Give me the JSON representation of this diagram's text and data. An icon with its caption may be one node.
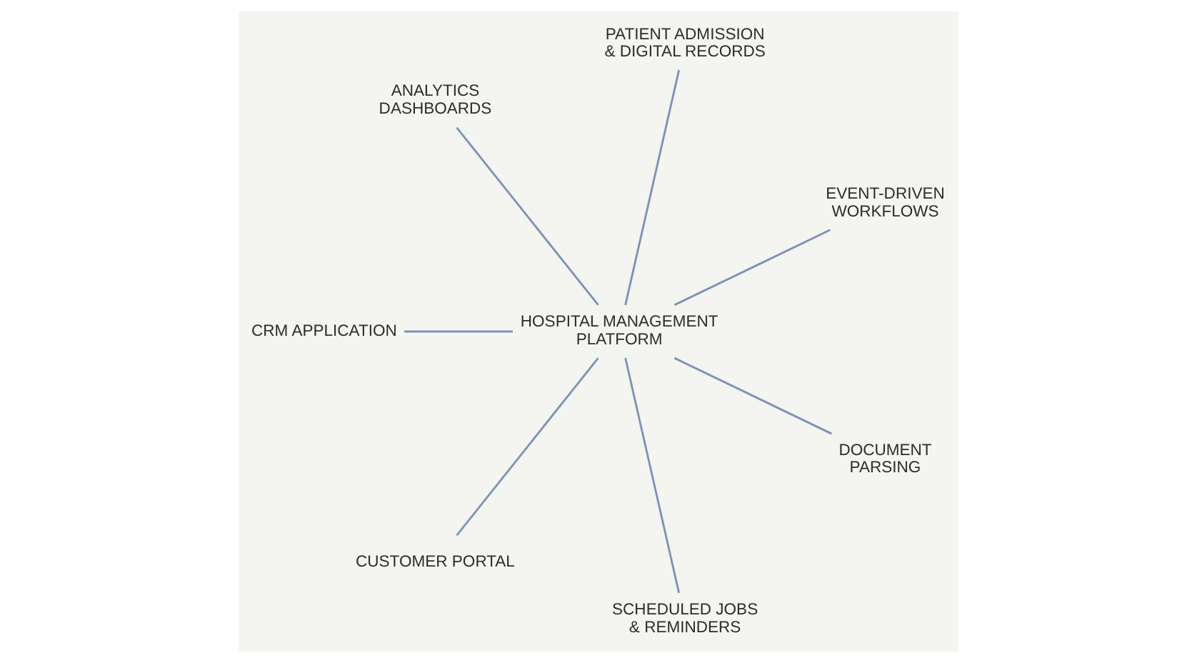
{
  "diagram": {
    "nodes": [
      {
        "text": [
          "PATIENT ADMISSION & DIGITAL RECORDS"
        ]
      },
      {
        "text": [
          "ANALYTICS DASHBOARDS"
        ]
      },
      {
        "text": [
          "EVENT-DRIVEN WORKFLOWS"
        ]
      },
      {
        "text": [
          "CRM APPLICATION"
        ]
      },
      {
        "text": [
          "HOSPITAL MANAGEMENT PLATFORM"
        ]
      },
      {
        "text": [
          "DOCUMENT PARSING"
        ]
      },
      {
        "text": [
          "CUSTOMER PORTAL"
        ]
      },
      {
        "text": [
          "SCHEDULED JOBS & REMINDERS"
        ]
      }
    ],
    "edges": [
      {
        "from": 4,
        "to": 0,
        "arrow": "none"
      },
      {
        "from": 4,
        "to": 2,
        "arrow": "none"
      },
      {
        "from": 4,
        "to": 5,
        "arrow": "none"
      },
      {
        "from": 4,
        "to": 7,
        "arrow": "none"
      },
      {
        "from": 4,
        "to": 6,
        "arrow": "none"
      },
      {
        "from": 4,
        "to": 3,
        "arrow": "none"
      },
      {
        "from": 4,
        "to": 1,
        "arrow": "none"
      }
    ]
  }
}
